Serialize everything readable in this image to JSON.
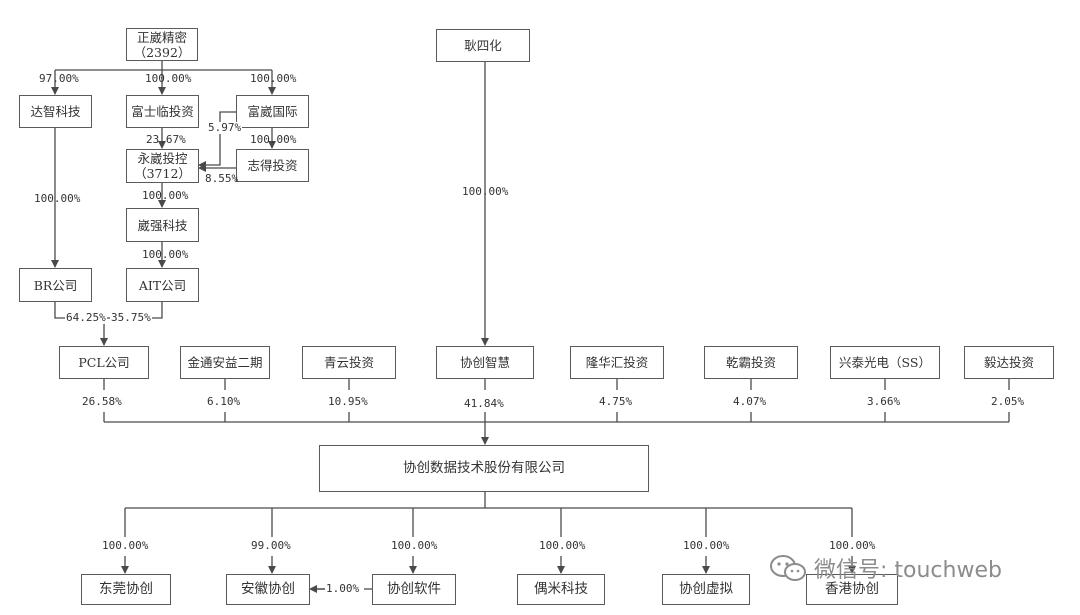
{
  "entities": {
    "zhengwei": {
      "name": "正崴精密",
      "code": "（2392）"
    },
    "dazhi": {
      "name": "达智科技"
    },
    "fushilin": {
      "name": "富士临投资"
    },
    "fuwei_intl": {
      "name": "富崴国际"
    },
    "zhide": {
      "name": "志得投资"
    },
    "yongwei": {
      "name": "永崴投控",
      "code": "（3712）"
    },
    "weiqiang": {
      "name": "崴强科技"
    },
    "br": {
      "name": "BR公司"
    },
    "ait": {
      "name": "AIT公司"
    },
    "pcl": {
      "name": "PCL公司"
    },
    "jintong": {
      "name": "金通安益二期"
    },
    "qingyun": {
      "name": "青云投资"
    },
    "xiechuang_zhihui": {
      "name": "协创智慧"
    },
    "longhuahui": {
      "name": "隆华汇投资"
    },
    "qianba": {
      "name": "乾霸投资"
    },
    "xingtai": {
      "name": "兴泰光电（SS）"
    },
    "yida": {
      "name": "毅达投资"
    },
    "geng_sihua": {
      "name": "耿四化"
    },
    "xiechuang_data": {
      "name": "协创数据技术股份有限公司"
    },
    "dongguan": {
      "name": "东莞协创"
    },
    "anhui": {
      "name": "安徽协创"
    },
    "software": {
      "name": "协创软件"
    },
    "oumi": {
      "name": "偶米科技"
    },
    "virtual": {
      "name": "协创虚拟"
    },
    "hongkong": {
      "name": "香港协创"
    }
  },
  "percentages": {
    "zhengwei_to_dazhi": "97.00%",
    "zhengwei_to_fushilin": "100.00%",
    "zhengwei_to_fuwei": "100.00%",
    "fushilin_to_yongwei": "23.67%",
    "fuwei_to_yongwei": "5.97%",
    "fuwei_to_zhide": "100.00%",
    "zhide_to_yongwei": "8.55%",
    "dazhi_to_br": "100.00%",
    "yongwei_to_weiqiang": "100.00%",
    "weiqiang_to_ait": "100.00%",
    "br_to_pcl": "64.25%",
    "ait_to_pcl": "35.75%",
    "geng_to_zhihui": "100.00%",
    "pcl_share": "26.58%",
    "jintong_share": "6.10%",
    "qingyun_share": "10.95%",
    "zhihui_share": "41.84%",
    "longhuahui_share": "4.75%",
    "qianba_share": "4.07%",
    "xingtai_share": "3.66%",
    "yida_share": "2.05%",
    "dongguan_share": "100.00%",
    "anhui_share": "99.00%",
    "software_share": "100.00%",
    "oumi_share": "100.00%",
    "virtual_share": "100.00%",
    "hongkong_share": "100.00%",
    "software_to_anhui": "1.00%"
  },
  "watermark": {
    "icon": "wechat-icon",
    "text": "微信号: touchweb"
  },
  "colors": {
    "line": "#4a4a4a",
    "box_border": "#5a5a5a",
    "watermark": "#8c8c8c"
  }
}
